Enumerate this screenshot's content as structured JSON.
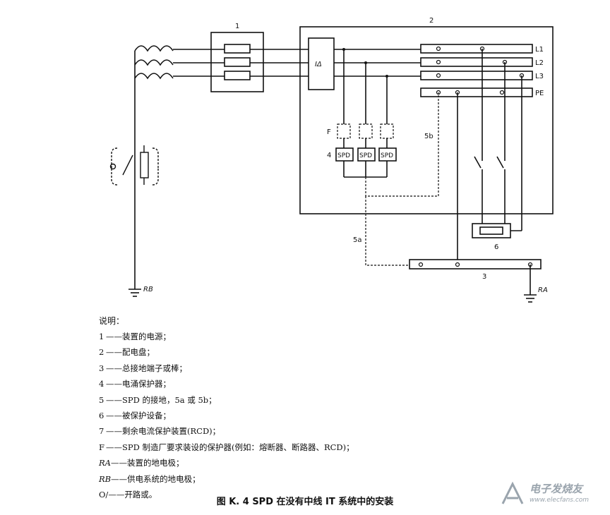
{
  "diagram": {
    "labels": {
      "box1": "1",
      "box2": "2",
      "i_delta": "IΔ",
      "l1": "L1",
      "l2": "L2",
      "l3": "L3",
      "pe": "PE",
      "f": "F",
      "spd_index": "4",
      "spd": "SPD",
      "label_5b": "5b",
      "label_5a": "5a",
      "label_3": "3",
      "label_6": "6",
      "ra": "RA",
      "rb": "RB"
    }
  },
  "legend": {
    "title": "说明：",
    "items": [
      {
        "key": "1",
        "text": "——装置的电源；"
      },
      {
        "key": "2",
        "text": "——配电盘；"
      },
      {
        "key": "3",
        "text": "——总接地端子或棒；"
      },
      {
        "key": "4",
        "text": "——电涌保护器；"
      },
      {
        "key": "5",
        "text": "——SPD 的接地，5a 或 5b；"
      },
      {
        "key": "6",
        "text": "——被保护设备；"
      },
      {
        "key": "7",
        "text": "——剩余电流保护装置(RCD)；"
      },
      {
        "key": "F",
        "text": "——SPD 制造厂要求装设的保护器(例如：熔断器、断路器、RCD)；"
      },
      {
        "key": "RA",
        "text": "——装置的地电极；"
      },
      {
        "key": "RB",
        "text": "——供电系统的地电极；"
      },
      {
        "key": "O/",
        "text": "——开路或。"
      }
    ]
  },
  "caption": "图 K. 4    SPD 在没有中线 IT 系统中的安装",
  "watermark": {
    "text": "电子发烧友",
    "url": "www.elecfans.com"
  }
}
